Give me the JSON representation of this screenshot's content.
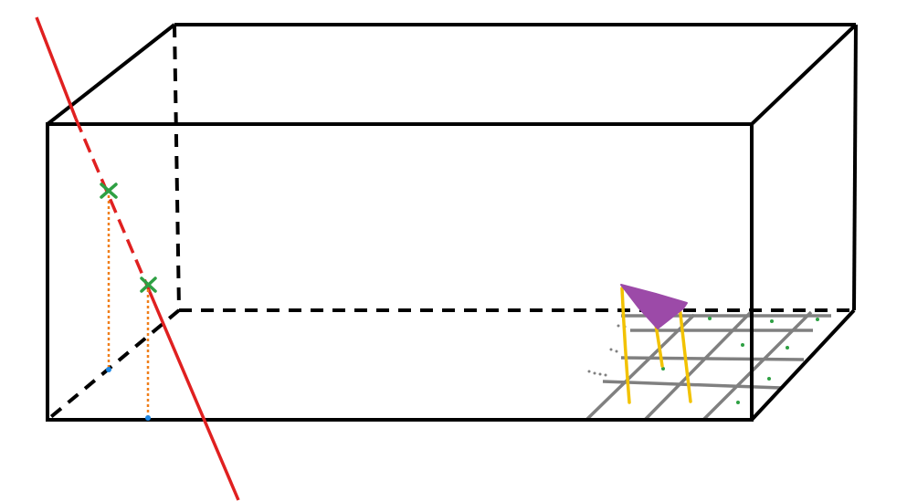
{
  "diagram": {
    "type": "3d-box-projection-sketch",
    "colors": {
      "background": "#ffffff",
      "box_edges": "#000000",
      "line": "#e02020",
      "intersection_marks": "#2ea043",
      "projection_lines": "#f07f1a",
      "projection_points": "#1e88e5",
      "grid": "#808080",
      "grid_dots": "#2ea043",
      "triangle": "#9c4aa8",
      "triangle_legs": "#f2c200"
    },
    "elements": [
      "box-front-face",
      "box-back-face",
      "hidden-edges",
      "red-line",
      "intersection-marks",
      "projection-lines",
      "grid",
      "triangle"
    ]
  }
}
